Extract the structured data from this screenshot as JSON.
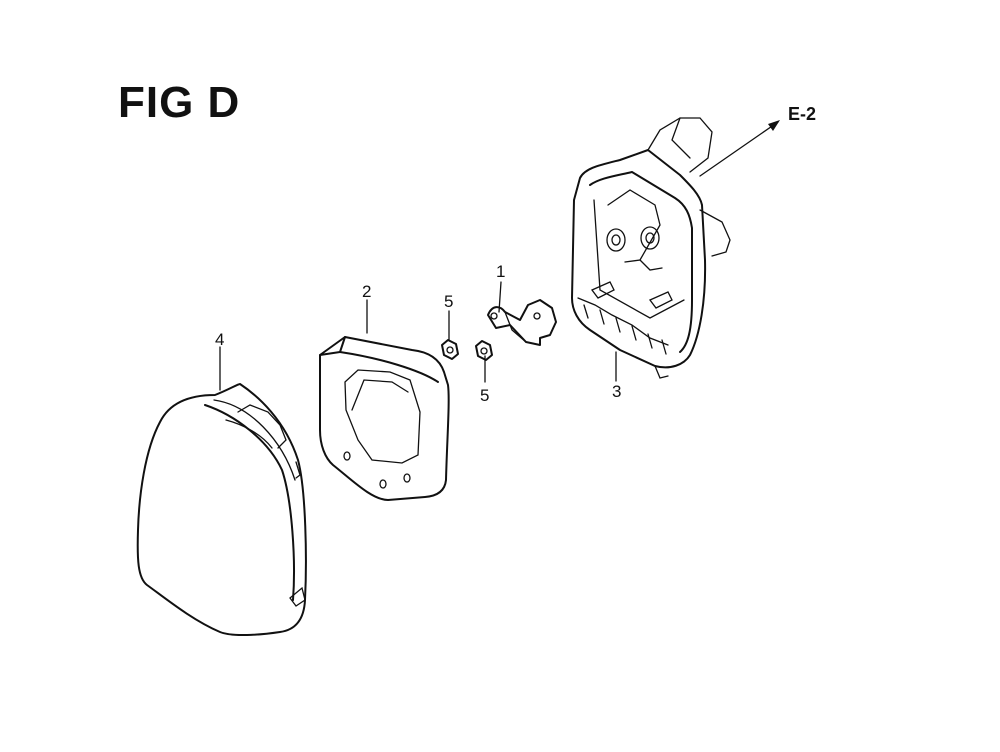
{
  "figure": {
    "title": "FIG D",
    "reference": "E-2"
  },
  "callouts": {
    "part1": "1",
    "part2": "2",
    "part3": "3",
    "part4": "4",
    "part5a": "5",
    "part5b": "5"
  }
}
